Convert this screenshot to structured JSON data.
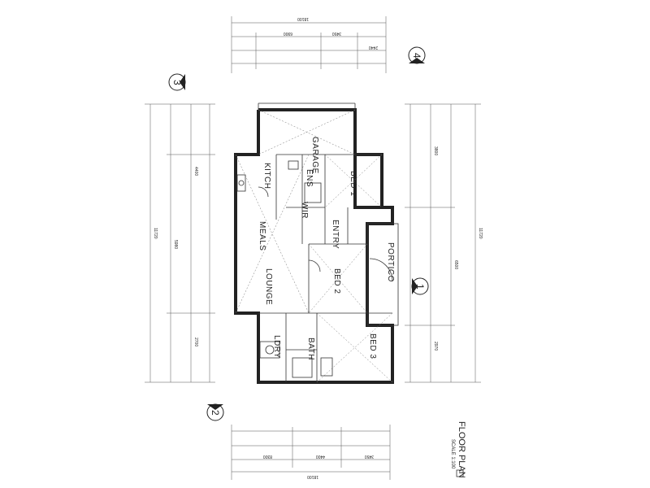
{
  "rooms": {
    "garage": "GARAGE",
    "kitchen": "KITCH",
    "meals": "MEALS",
    "lounge": "LOUNGE",
    "bed1": "BED 1",
    "bed2": "BED 2",
    "bed3": "BED 3",
    "ens": "ENS",
    "wir": "WIR",
    "entry": "ENTRY",
    "portico": "PORTICO",
    "ldry": "LDRY",
    "bath": "BATH"
  },
  "markers": {
    "m1": "1",
    "m2": "2",
    "m3": "3",
    "m4": "4"
  },
  "title": {
    "main": "FLOOR PLAN",
    "scale": "SCALE 1:100"
  },
  "dims": {
    "top_total": "18100",
    "bottom_total": "18100",
    "left_total": "11720",
    "right_total": "11720",
    "top_a": "6900",
    "top_b": "3450",
    "top_c": "2440",
    "bottom_a": "8300",
    "bottom_b": "4400",
    "bottom_c": "3450",
    "left_a": "5980",
    "left_b": "4400",
    "left_c": "2700",
    "right_a": "6500",
    "right_b": "3800",
    "right_c": "2970"
  }
}
